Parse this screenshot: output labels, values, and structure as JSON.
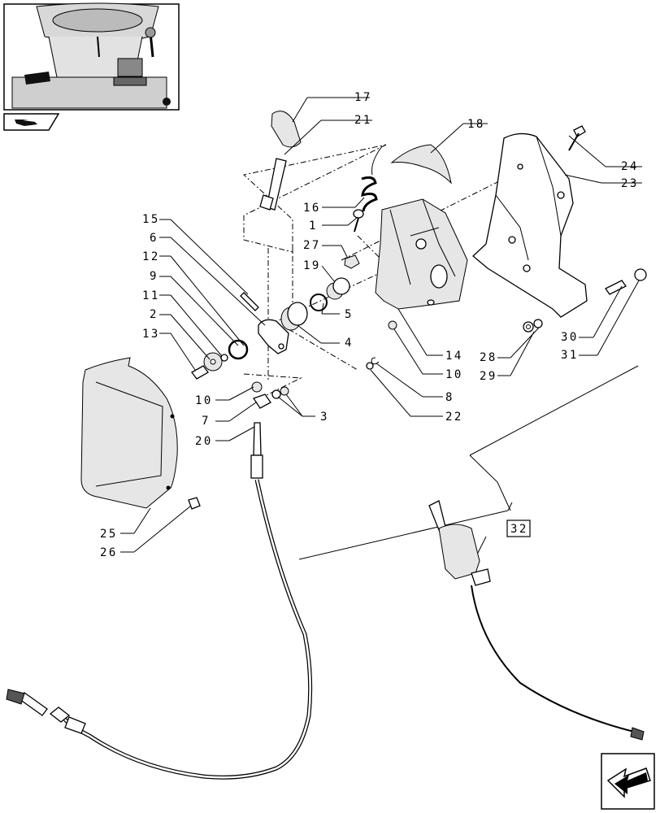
{
  "labels": {
    "l1": "1",
    "l2": "2",
    "l3": "3",
    "l4": "4",
    "l5": "5",
    "l6": "6",
    "l7": "7",
    "l8": "8",
    "l9": "9",
    "l10a": "10",
    "l10b": "10",
    "l11": "11",
    "l12": "12",
    "l13": "13",
    "l14": "14",
    "l15": "15",
    "l16": "16",
    "l17": "17",
    "l18": "18",
    "l19": "19",
    "l20": "20",
    "l21": "21",
    "l22": "22",
    "l23": "23",
    "l24": "24",
    "l25": "25",
    "l26": "26",
    "l27": "27",
    "l28": "28",
    "l29": "29",
    "l30": "30",
    "l31": "31",
    "l32": "32"
  },
  "icons": {
    "overview": "cab-overview-thumbnail",
    "bookmark": "folder-bookmark-icon",
    "next": "next-page-arrow-icon"
  }
}
